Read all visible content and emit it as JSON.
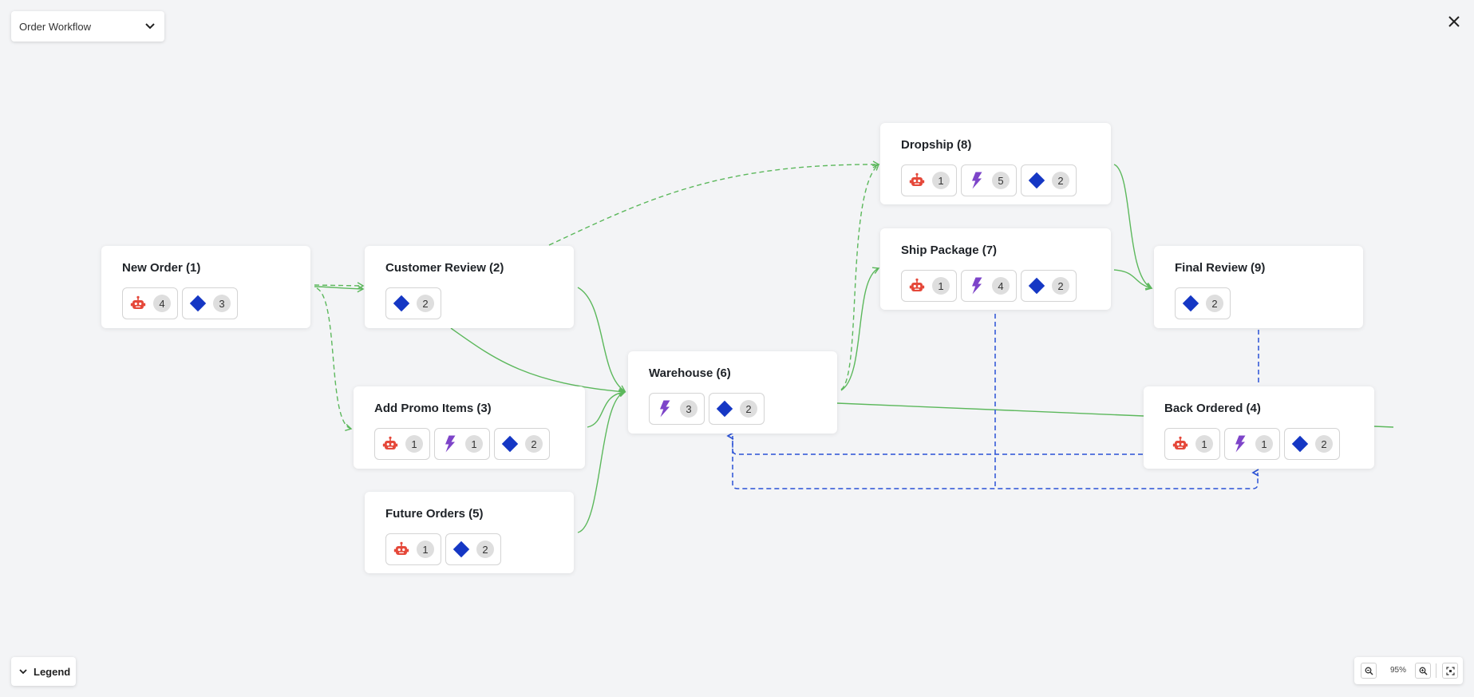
{
  "workflow_select": {
    "value": "Order Workflow"
  },
  "legend": {
    "label": "Legend"
  },
  "zoom": {
    "level": "95%"
  },
  "icons": {
    "robot": "robot-icon",
    "lightning": "lightning-icon",
    "diamond": "diamond-icon"
  },
  "colors": {
    "robot": "#e5483a",
    "lightning": "#7d44c9",
    "diamond": "#1537c4",
    "edge_success": "#5cb85c",
    "edge_return": "#2b52d6"
  },
  "nodes": [
    {
      "id": "new-order",
      "title": "New Order (1)",
      "chips": [
        {
          "type": "robot",
          "count": "4"
        },
        {
          "type": "diamond",
          "count": "3"
        }
      ]
    },
    {
      "id": "customer-review",
      "title": "Customer Review (2)",
      "chips": [
        {
          "type": "diamond",
          "count": "2"
        }
      ]
    },
    {
      "id": "add-promo-items",
      "title": "Add Promo Items (3)",
      "chips": [
        {
          "type": "robot",
          "count": "1"
        },
        {
          "type": "lightning",
          "count": "1"
        },
        {
          "type": "diamond",
          "count": "2"
        }
      ]
    },
    {
      "id": "future-orders",
      "title": "Future Orders (5)",
      "chips": [
        {
          "type": "robot",
          "count": "1"
        },
        {
          "type": "diamond",
          "count": "2"
        }
      ]
    },
    {
      "id": "warehouse",
      "title": "Warehouse (6)",
      "chips": [
        {
          "type": "lightning",
          "count": "3"
        },
        {
          "type": "diamond",
          "count": "2"
        }
      ]
    },
    {
      "id": "dropship",
      "title": "Dropship (8)",
      "chips": [
        {
          "type": "robot",
          "count": "1"
        },
        {
          "type": "lightning",
          "count": "5"
        },
        {
          "type": "diamond",
          "count": "2"
        }
      ]
    },
    {
      "id": "ship-package",
      "title": "Ship Package (7)",
      "chips": [
        {
          "type": "robot",
          "count": "1"
        },
        {
          "type": "lightning",
          "count": "4"
        },
        {
          "type": "diamond",
          "count": "2"
        }
      ]
    },
    {
      "id": "final-review",
      "title": "Final Review (9)",
      "chips": [
        {
          "type": "diamond",
          "count": "2"
        }
      ]
    },
    {
      "id": "back-ordered",
      "title": "Back Ordered (4)",
      "chips": [
        {
          "type": "robot",
          "count": "1"
        },
        {
          "type": "lightning",
          "count": "1"
        },
        {
          "type": "diamond",
          "count": "2"
        }
      ]
    }
  ],
  "edges": [
    {
      "from": "new-order",
      "to": "customer-review",
      "style": "solid"
    },
    {
      "from": "new-order",
      "to": "customer-review",
      "style": "dashed"
    },
    {
      "from": "new-order",
      "to": "add-promo-items",
      "style": "dashed"
    },
    {
      "from": "customer-review",
      "to": "dropship",
      "style": "dashed"
    },
    {
      "from": "customer-review",
      "to": "warehouse",
      "style": "solid"
    },
    {
      "from": "add-promo-items",
      "to": "warehouse",
      "style": "solid"
    },
    {
      "from": "future-orders",
      "to": "warehouse",
      "style": "solid"
    },
    {
      "from": "warehouse",
      "to": "dropship",
      "style": "dashed"
    },
    {
      "from": "warehouse",
      "to": "ship-package",
      "style": "solid"
    },
    {
      "from": "warehouse",
      "to": "back-ordered",
      "style": "solid"
    },
    {
      "from": "dropship",
      "to": "final-review",
      "style": "solid"
    },
    {
      "from": "ship-package",
      "to": "final-review",
      "style": "solid"
    },
    {
      "from": "back-ordered",
      "to": "warehouse",
      "style": "dashed-return"
    },
    {
      "from": "ship-package",
      "to": "back-ordered",
      "style": "dashed-return"
    },
    {
      "from": "final-review",
      "to": "back-ordered",
      "style": "dashed-return"
    }
  ]
}
